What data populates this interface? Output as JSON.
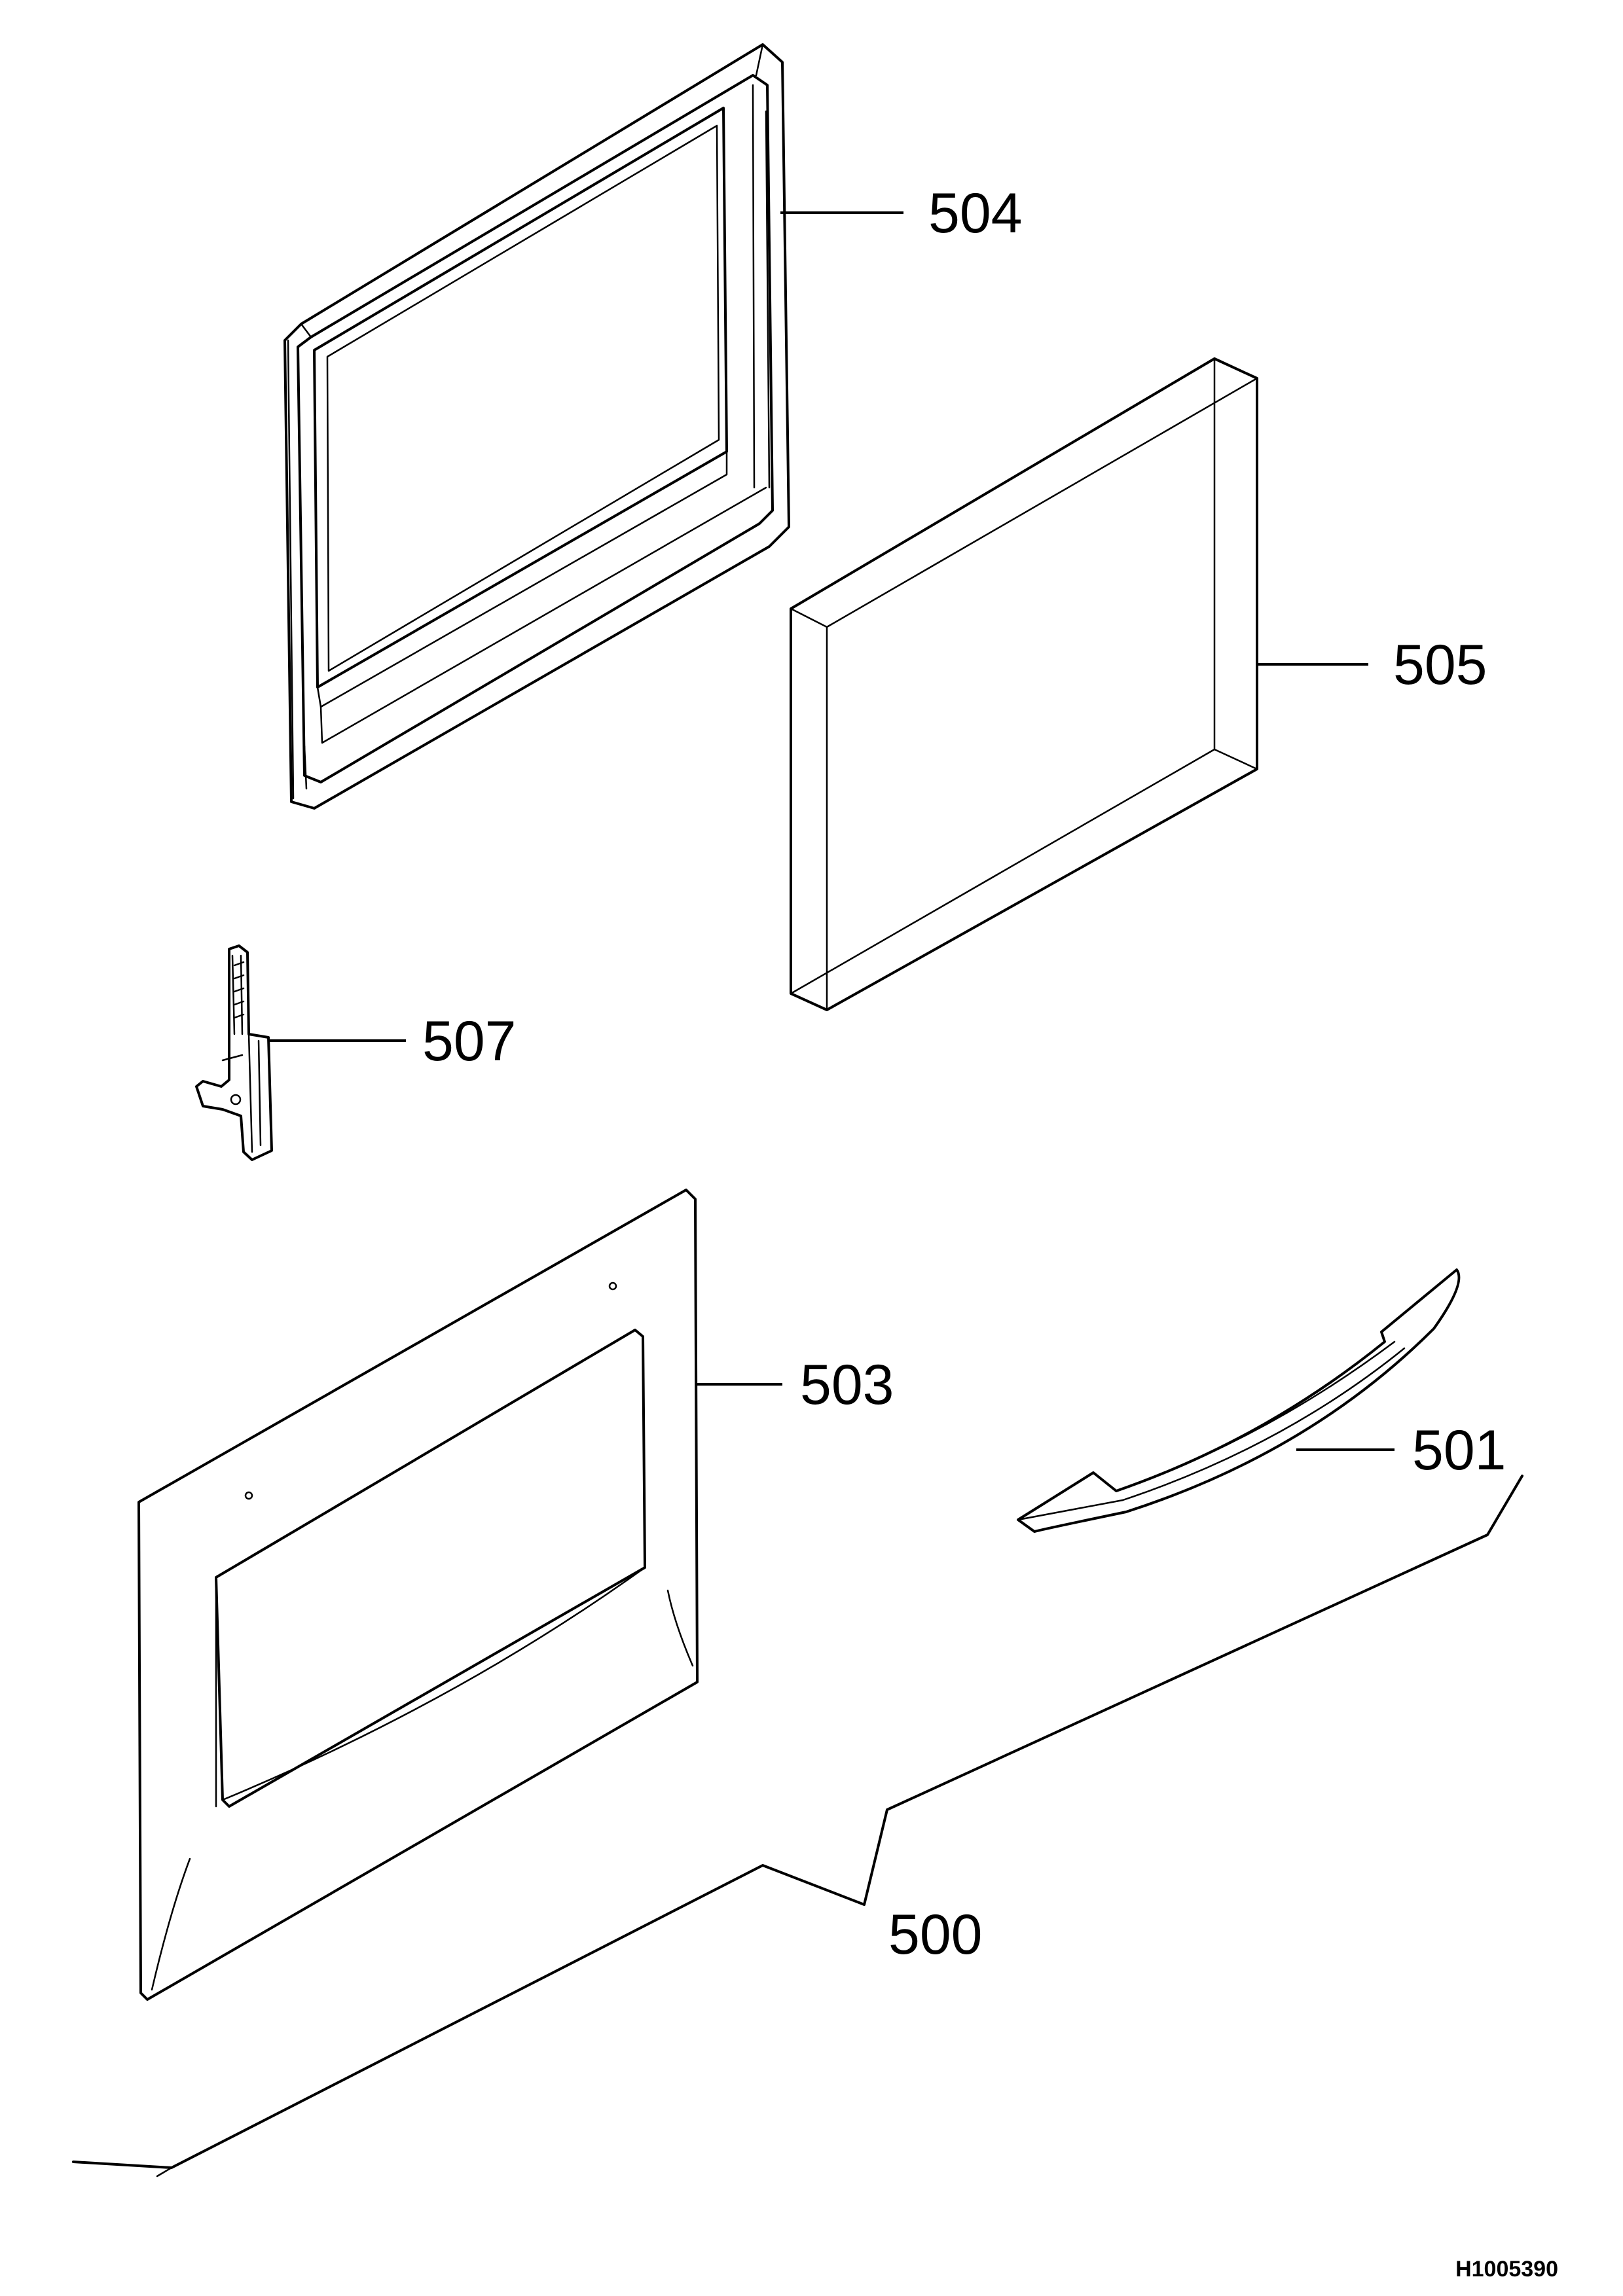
{
  "callouts": {
    "c504": "504",
    "c505": "505",
    "c507": "507",
    "c503": "503",
    "c501": "501",
    "c500": "500"
  },
  "drawing_id": "H1005390",
  "colors": {
    "line": "#000000",
    "background": "#ffffff"
  }
}
